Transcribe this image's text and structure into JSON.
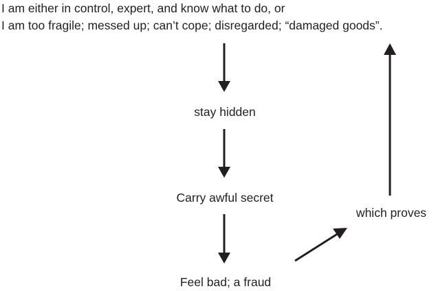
{
  "statement": {
    "line1": "I am either in control, expert, and know what to do, or",
    "line2": "I am too fragile; messed up; can’t cope; disregarded; “damaged goods”."
  },
  "nodes": {
    "stay_hidden": "stay hidden",
    "carry_secret": "Carry awful secret",
    "feel_bad": "Feel bad; a fraud",
    "which_proves": "which proves"
  },
  "colors": {
    "text": "#231f20",
    "arrow": "#231f20",
    "background": "#ffffff"
  }
}
